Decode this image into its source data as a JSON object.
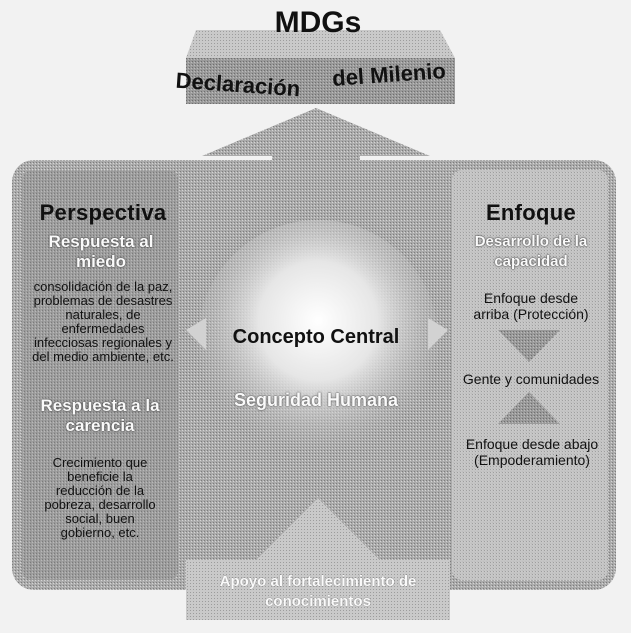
{
  "header": {
    "title": "MDGs",
    "subtitle_left": "Declaración",
    "subtitle_right": "del Milenio"
  },
  "left_panel": {
    "title": "Perspectiva",
    "section1_heading": "Respuesta al miedo",
    "section1_text": "consolidación de la paz, problemas de desastres naturales, de enfermedades infecciosas regionales y del medio ambiente, etc.",
    "section2_heading": "Respuesta a la carencia",
    "section2_text": "Crecimiento que beneficie la reducción de la pobreza, desarrollo social, buen gobierno, etc."
  },
  "center": {
    "title": "Concepto Central",
    "subtitle": "Seguridad Humana"
  },
  "right_panel": {
    "title": "Enfoque",
    "heading": "Desarrollo de la capacidad",
    "item_top": "Enfoque desde arriba (Protección)",
    "item_middle": "Gente y comunidades",
    "item_bottom": "Enfoque desde abajo (Empoderamiento)"
  },
  "bottom": {
    "text": "Apoyo al fortalecimiento de conocimientos"
  },
  "colors": {
    "background": "#f2f2f2",
    "shape_dark": "#9a9a9a",
    "shape_light": "#c8c8c8",
    "panel": "#b9b9b9"
  }
}
